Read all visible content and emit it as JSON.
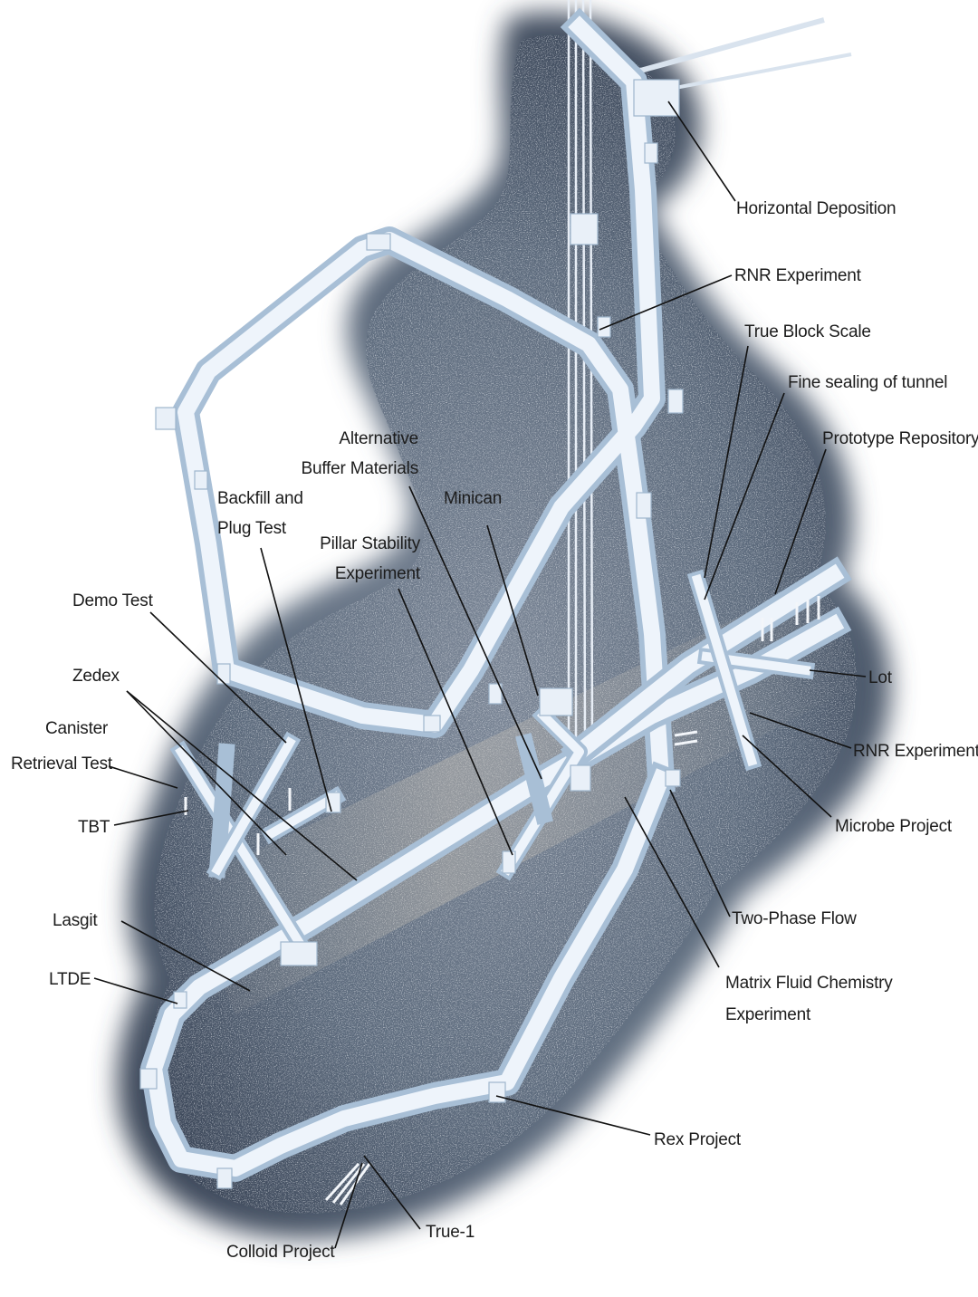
{
  "diagram": {
    "background": "#ffffff",
    "rock_color": "#5d6b7d",
    "tunnel_color": "#dfe9f4",
    "labels": [
      {
        "id": "horizontal-deposition",
        "text": "Horizontal Deposition"
      },
      {
        "id": "rnr-experiment-upper",
        "text": "RNR Experiment"
      },
      {
        "id": "true-block-scale",
        "text": "True Block Scale"
      },
      {
        "id": "fine-sealing",
        "text": "Fine sealing of tunnel"
      },
      {
        "id": "prototype-repository",
        "text": "Prototype Repository"
      },
      {
        "id": "alternative-buffer-1",
        "text": "Alternative"
      },
      {
        "id": "alternative-buffer-2",
        "text": "Buffer Materials"
      },
      {
        "id": "minican",
        "text": "Minican"
      },
      {
        "id": "backfill-1",
        "text": "Backfill and"
      },
      {
        "id": "backfill-2",
        "text": "Plug Test"
      },
      {
        "id": "pillar-1",
        "text": "Pillar Stability"
      },
      {
        "id": "pillar-2",
        "text": "Experiment"
      },
      {
        "id": "demo-test",
        "text": "Demo Test"
      },
      {
        "id": "zedex",
        "text": "Zedex"
      },
      {
        "id": "canister-1",
        "text": "Canister"
      },
      {
        "id": "canister-2",
        "text": "Retrieval Test"
      },
      {
        "id": "tbt",
        "text": "TBT"
      },
      {
        "id": "lot",
        "text": "Lot"
      },
      {
        "id": "rnr-experiment-lower",
        "text": "RNR Experiment"
      },
      {
        "id": "microbe-project",
        "text": "Microbe Project"
      },
      {
        "id": "two-phase-flow",
        "text": "Two-Phase Flow"
      },
      {
        "id": "matrix-1",
        "text": "Matrix Fluid Chemistry"
      },
      {
        "id": "matrix-2",
        "text": "Experiment"
      },
      {
        "id": "lasgit",
        "text": "Lasgit"
      },
      {
        "id": "ltde",
        "text": "LTDE"
      },
      {
        "id": "rex-project",
        "text": "Rex Project"
      },
      {
        "id": "colloid-project",
        "text": "Colloid Project"
      },
      {
        "id": "true-1",
        "text": "True-1"
      }
    ]
  }
}
